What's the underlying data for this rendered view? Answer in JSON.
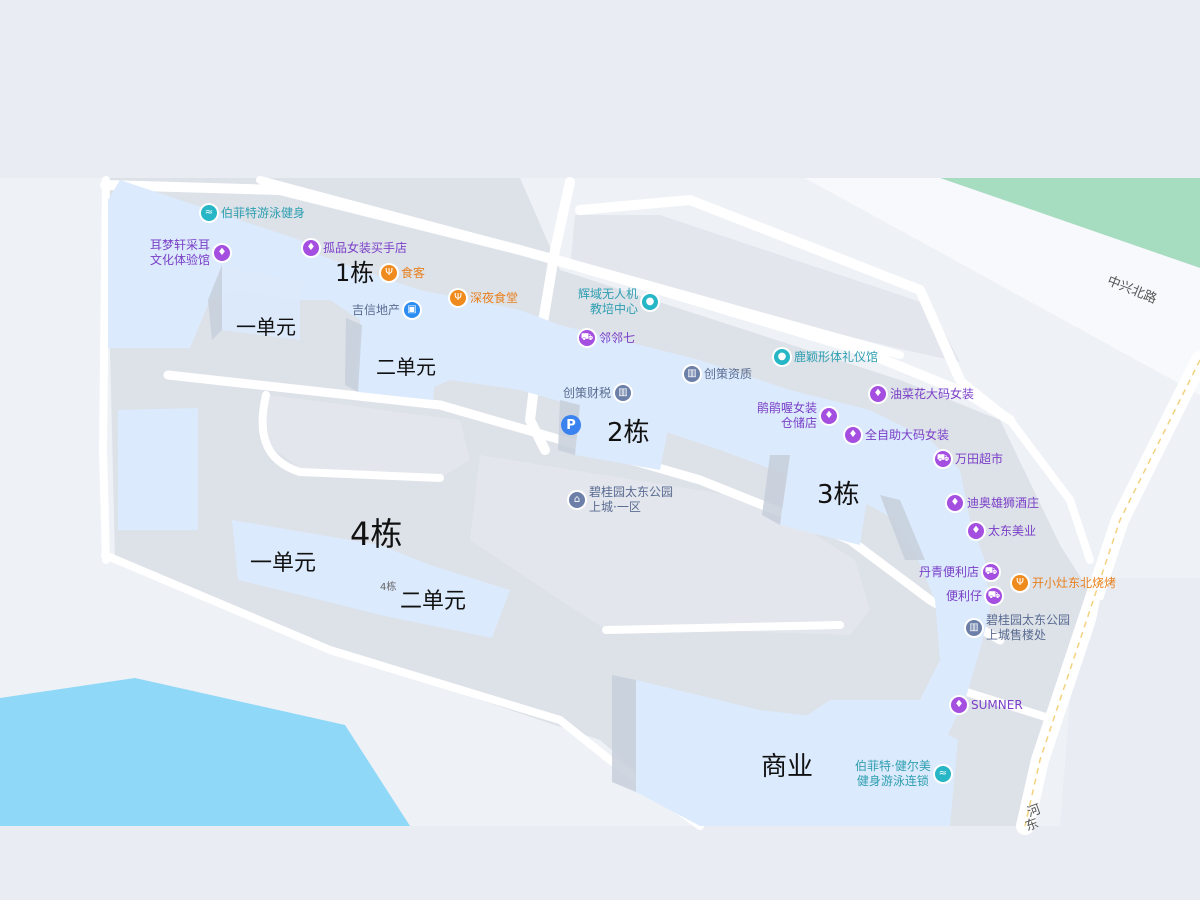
{
  "buildings": {
    "b1": "1栋",
    "b1_u1": "一单元",
    "b1_u2": "二单元",
    "b2": "2栋",
    "b3": "3栋",
    "b4": "4栋",
    "b4_u1": "一单元",
    "b4_u2": "二单元",
    "b4_tag": "4栋",
    "commerce": "商业"
  },
  "roads": {
    "zhongxing": "中兴北路",
    "he": "河",
    "dong": "东"
  },
  "pois": {
    "bofeite_swim": "伯菲特游泳健身",
    "ermengxuan": "耳梦轩采耳\n文化体验馆",
    "gupin": "孤品女装买手店",
    "shike": "食客",
    "shenye": "深夜食堂",
    "jixin": "吉信地产",
    "huiyu": "辉域无人机\n教培中心",
    "linlinqi": "邻邻七",
    "luying": "鹿颖形体礼仪馆",
    "chuangce_zizhi": "创策资质",
    "chuangce_caishui": "创策财税",
    "youcaihua": "油菜花大码女装",
    "juanjuan": "鹃鹃喔女装\n仓储店",
    "zizhu": "全自助大码女装",
    "wantian": "万田超市",
    "biguiyuan1": "碧桂园太东公园\n上城·一区",
    "diao": "迪奥雄狮酒庄",
    "taidong_meiye": "太东美业",
    "danqing": "丹青便利店",
    "bianlizai": "便利仔",
    "kaixiaozao": "开小灶东北烧烤",
    "biguiyuan_sales": "碧桂园太东公园\n上城售楼处",
    "sumner": "SUMNER",
    "bofeite_jianermei": "伯菲特·健尔美\n健身游泳连锁"
  },
  "colors": {
    "building": "#dbeafc",
    "road": "#ffffff",
    "block": "#dde1e8",
    "water": "#8fd8f7",
    "green": "#a6dcc0",
    "frame": "#e9edf3"
  }
}
